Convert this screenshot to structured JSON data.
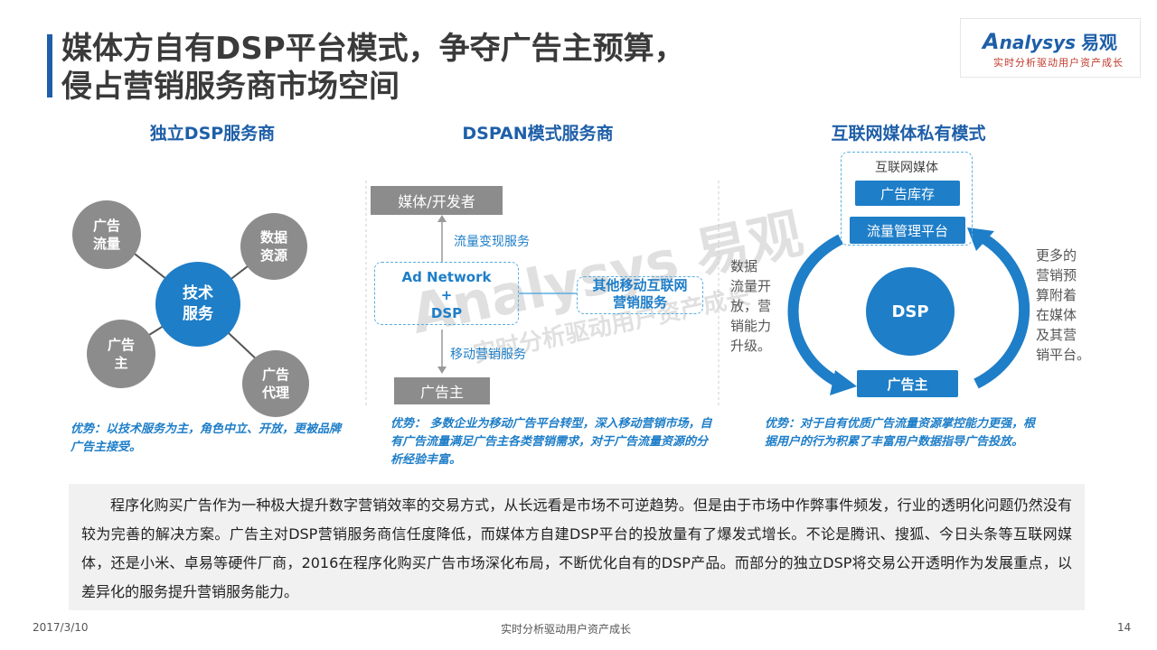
{
  "title": {
    "line1": "媒体方自有DSP平台模式，争夺广告主预算，",
    "line2": "侵占营销服务商市场空间"
  },
  "logo": {
    "brand": "nalysys",
    "brand_cn": "易观",
    "slogan": "实时分析驱动用户资产成长"
  },
  "columns": {
    "col1": {
      "heading": "独立DSP服务商",
      "nodes": {
        "center": "技术\n服务",
        "top_left": "广告\n流量",
        "top_right": "数据\n资源",
        "bottom_left": "广告\n主",
        "bottom_right": "广告\n代理"
      },
      "advantage": "优势：以技术服务为主，角色中立、开放，更被品牌广告主接受。"
    },
    "col2": {
      "heading": "DSPAN模式服务商",
      "top_box": "媒体/开发者",
      "flow_label_1": "流量变现服务",
      "adnet": "Ad Network\n+\nDSP",
      "side_box": "其他移动互联网\n营销服务",
      "flow_label_2": "移动营销服务",
      "bottom_box": "广告主",
      "advantage": "优势： 多数企业为移动广告平台转型，深入移动营销市场，自有广告流量满足广告主各类营销需求，对于广告流量资源的分析经验丰富。"
    },
    "col3": {
      "heading": "互联网媒体私有模式",
      "media_title": "互联网媒体",
      "inventory": "广告库存",
      "traffic_platform": "流量管理平台",
      "dsp": "DSP",
      "advertiser": "广告主",
      "left_note": "数据\n流量开\n放，营\n销能力\n升级。",
      "right_note": "更多的\n营销预\n算附着\n在媒体\n及其营\n销平台。",
      "advantage": "优势：对于自有优质广告流量资源掌控能力更强，根据用户的行为积累了丰富用户数据指导广告投放。"
    }
  },
  "paragraph": "程序化购买广告作为一种极大提升数字营销效率的交易方式，从长远看是市场不可逆趋势。但是由于市场中作弊事件频发，行业的透明化问题仍然没有较为完善的解决方案。广告主对DSP营销服务商信任度降低，而媒体方自建DSP平台的投放量有了爆发式增长。不论是腾讯、搜狐、今日头条等互联网媒体，还是小米、卓易等硬件厂商，2016在程序化购买广告市场深化布局，不断优化自有的DSP产品。而部分的独立DSP将交易公开透明作为发展重点，以差异化的服务提升营销服务能力。",
  "footer": {
    "date": "2017/3/10",
    "slogan": "实时分析驱动用户资产成长",
    "page": "14"
  },
  "colors": {
    "accent": "#1e7ec8",
    "title_bar": "#1e5fa8",
    "node_gray": "#8c8c8c"
  }
}
